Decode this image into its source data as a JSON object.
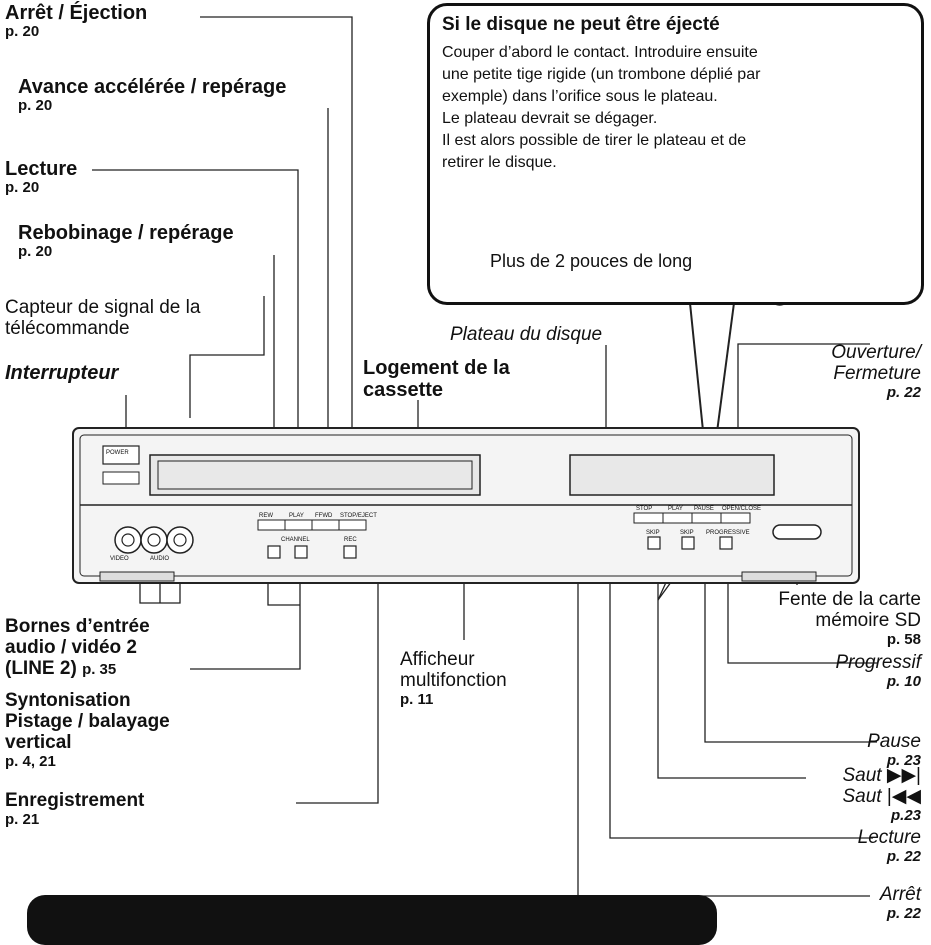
{
  "left_labels": {
    "stop_eject": {
      "title": "Arrêt / Éjection",
      "page": "p. 20"
    },
    "ffwd": {
      "title": "Avance accélérée / repérage",
      "page": "p. 20"
    },
    "play": {
      "title": "Lecture",
      "page": "p. 20"
    },
    "rewind": {
      "title": "Rebobinage / repérage",
      "page": "p. 20"
    },
    "remote_sensor": {
      "line1": "Capteur de signal de la",
      "line2": "télécommande"
    },
    "power_switch": {
      "title": "Interrupteur"
    },
    "cassette_slot": {
      "line1": "Logement de la",
      "line2": "cassette"
    },
    "disc_tray": {
      "title": "Plateau du disque"
    },
    "av_inputs": {
      "line1": "Bornes d’entrée",
      "line2": "audio / vidéo 2",
      "line3": "(LINE 2)",
      "page": "p. 35"
    },
    "tracking": {
      "line1": "Syntonisation",
      "line2": "Pistage / balayage",
      "line3": "vertical",
      "page": "p. 4, 21"
    },
    "record": {
      "title": "Enregistrement",
      "page": "p. 21"
    },
    "display": {
      "line1": "Afficheur",
      "line2": "multifonction",
      "page": "p. 11"
    }
  },
  "callout": {
    "title": "Si le disque ne peut être éjecté",
    "lines": [
      "Couper d’abord le contact. Introduire ensuite",
      "une petite tige rigide (un trombone déplié par",
      "exemple) dans l’orifice sous le plateau.",
      "Le plateau devrait se dégager.",
      "Il est alors possible de tirer le plateau et de",
      "retirer le disque."
    ],
    "measure": "Plus de 2 pouces de long"
  },
  "right_labels": {
    "open_close": {
      "line1": "Ouverture/",
      "line2": "Fermeture",
      "page": "p. 22"
    },
    "sd_slot": {
      "line1": "Fente de la carte",
      "line2": "mémoire SD",
      "page": "p. 58"
    },
    "progressive": {
      "title": "Progressif",
      "page": "p. 10"
    },
    "pause": {
      "title": "Pause",
      "page": "p. 23"
    },
    "skip_next": {
      "title": "Saut"
    },
    "skip_prev": {
      "title": "Saut",
      "page": "p.23"
    },
    "play_dvd": {
      "title": "Lecture",
      "page": "p. 22"
    },
    "stop_dvd": {
      "title": "Arrêt",
      "page": "p. 22"
    }
  },
  "device": {
    "power": "POWER",
    "vcr_buttons": [
      "REW",
      "PLAY",
      "FFWD",
      "STOP/EJECT"
    ],
    "channel": "CHANNEL",
    "rec": "REC",
    "dvd_buttons": [
      "STOP",
      "PLAY",
      "PAUSE",
      "OPEN/CLOSE"
    ],
    "dvd_lower": [
      "SKIP",
      "SKIP",
      "PROGRESSIVE"
    ],
    "jacks": [
      "VIDEO",
      "AUDIO"
    ]
  },
  "colors": {
    "ink": "#111111",
    "panel": "#f4f4f4",
    "paper": "#ffffff"
  }
}
